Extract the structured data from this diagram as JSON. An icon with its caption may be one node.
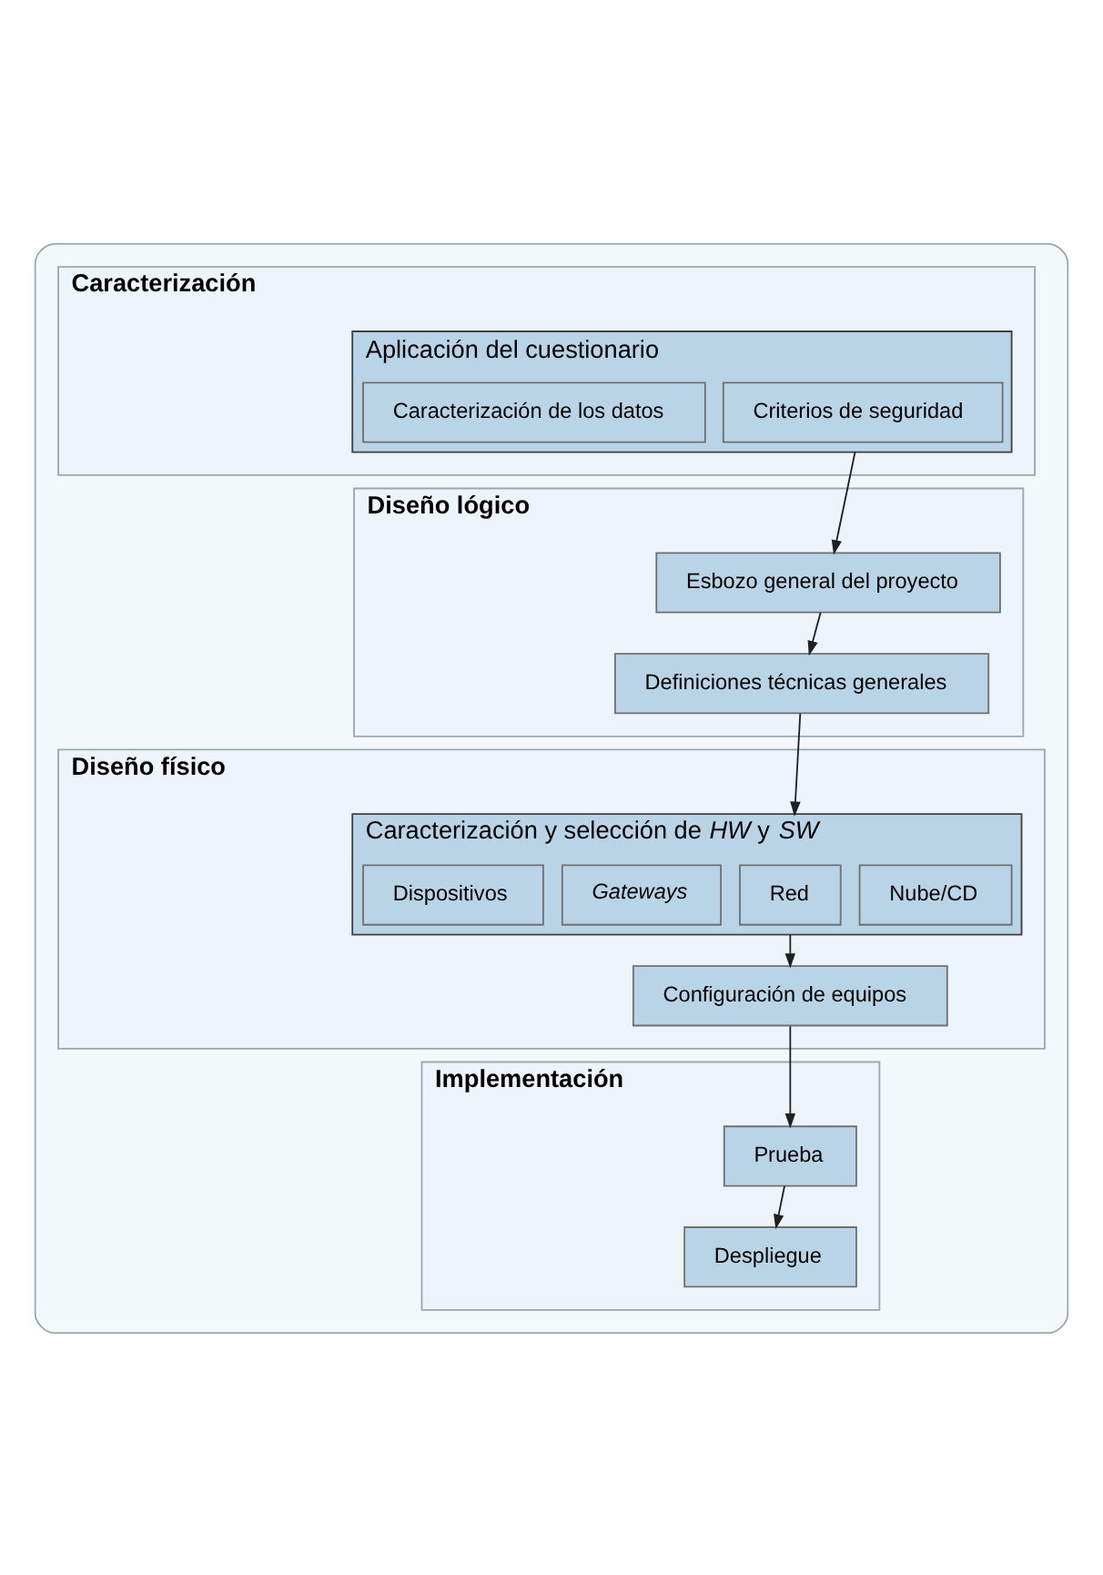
{
  "diagram": {
    "nodes": [
      {
        "text": [],
        "shape": "box"
      },
      {
        "text": [
          "Caracterización"
        ],
        "in": 0
      },
      {
        "text": [
          "Aplicación del cuestionario"
        ],
        "in": 1
      },
      {
        "text": [
          "Caracterización de los datos"
        ],
        "in": 2
      },
      {
        "text": [
          "Criterios de seguridad"
        ],
        "in": 2
      },
      {
        "text": [
          "Diseño lógico"
        ],
        "in": 0
      },
      {
        "text": [
          "Esbozo general del proyecto"
        ],
        "in": 5
      },
      {
        "text": [
          "Definiciones técnicas generales"
        ],
        "in": 5
      },
      {
        "text": [
          "Diseño físico"
        ],
        "in": 0
      },
      {
        "text": [
          "Caracterización y selección de *HW* y *SW*"
        ],
        "in": 8
      },
      {
        "text": [
          "Dispositivos"
        ],
        "in": 9
      },
      {
        "text": [
          "Gateways"
        ],
        "in": 9
      },
      {
        "text": [
          "Red"
        ],
        "in": 9
      },
      {
        "text": [
          "Nube/CD"
        ],
        "in": 9
      },
      {
        "text": [
          "Configuración de equipos"
        ],
        "in": 8
      },
      {
        "text": [
          "Implementación"
        ],
        "in": 0
      },
      {
        "text": [
          "Prueba"
        ],
        "in": 15
      },
      {
        "text": [
          "Despliegue"
        ],
        "in": 15
      }
    ],
    "edges": [
      {
        "from": 2,
        "to": 6,
        "arrow": "to"
      },
      {
        "from": 6,
        "to": 7,
        "arrow": "to"
      },
      {
        "from": 7,
        "to": 9,
        "arrow": "to"
      },
      {
        "from": 9,
        "to": 14,
        "arrow": "to"
      },
      {
        "from": 14,
        "to": 16,
        "arrow": "to"
      },
      {
        "from": 16,
        "to": 17,
        "arrow": "to"
      }
    ]
  }
}
